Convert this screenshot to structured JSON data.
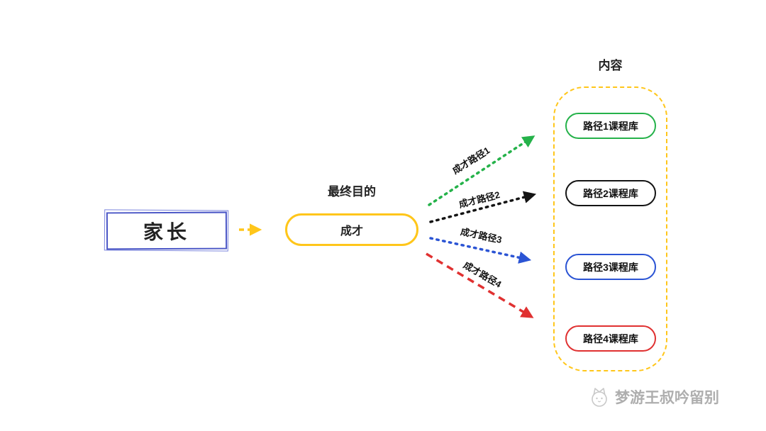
{
  "diagram": {
    "parent_box": {
      "label": "家长"
    },
    "goal": {
      "title": "最终目的",
      "label": "成才"
    },
    "paths": [
      {
        "label": "成才路径1",
        "color": "#25b24a"
      },
      {
        "label": "成才路径2",
        "color": "#141414"
      },
      {
        "label": "成才路径3",
        "color": "#2b54d4"
      },
      {
        "label": "成才路径4",
        "color": "#e03131"
      }
    ],
    "content_group": {
      "title": "内容",
      "items": [
        {
          "label": "路径1课程库",
          "color": "#25b24a"
        },
        {
          "label": "路径2课程库",
          "color": "#141414"
        },
        {
          "label": "路径3课程库",
          "color": "#2b54d4"
        },
        {
          "label": "路径4课程库",
          "color": "#e03131"
        }
      ]
    },
    "watermark": {
      "text": "梦游王叔吟留别"
    },
    "colors": {
      "accent_yellow": "#ffc61a"
    }
  }
}
